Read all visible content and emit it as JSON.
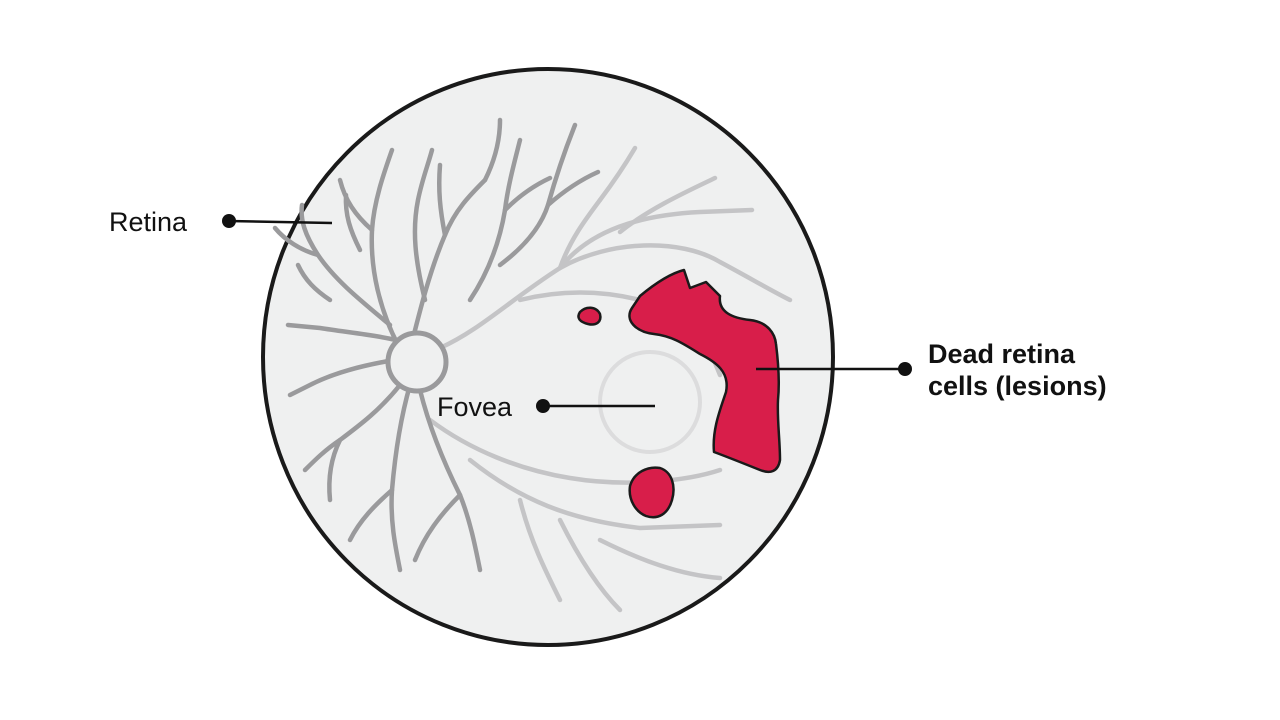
{
  "colors": {
    "background": "#ffffff",
    "eye_fill": "#eff0f0",
    "eye_outline": "#1a1a1a",
    "vessels_dark": "#9a9a9c",
    "vessels_light": "#c4c4c6",
    "lesion_fill": "#d81e4a",
    "pointer": "#111111"
  },
  "labels": {
    "retina": "Retina",
    "fovea": "Fovea",
    "lesions_line1": "Dead retina",
    "lesions_line2": "cells (lesions)"
  }
}
